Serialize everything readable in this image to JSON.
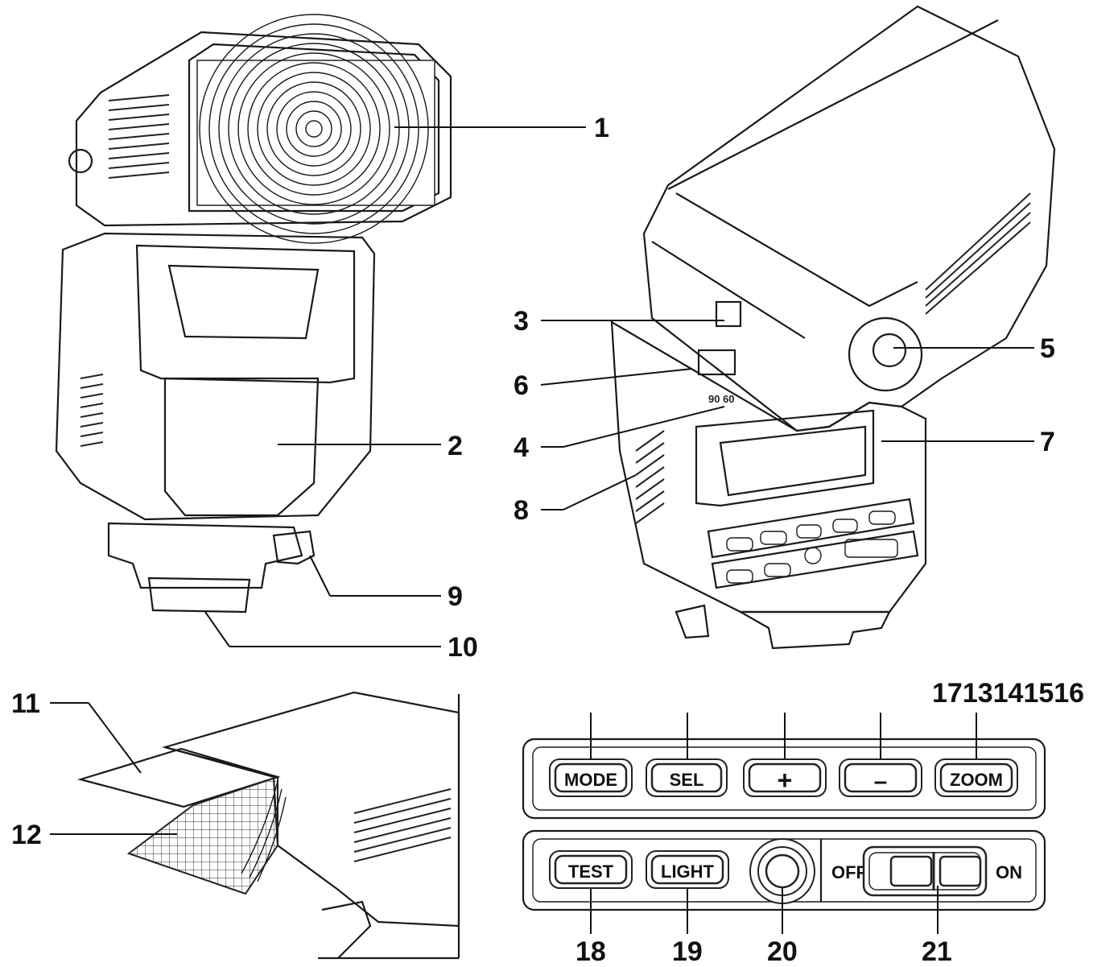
{
  "callouts": {
    "c1": "1",
    "c2": "2",
    "c3": "3",
    "c4": "4",
    "c5": "5",
    "c6": "6",
    "c7": "7",
    "c8": "8",
    "c9": "9",
    "c10": "10",
    "c11": "11",
    "c12": "12",
    "c17_16": "1713141516",
    "c18": "18",
    "c19": "19",
    "c20": "20",
    "c21": "21"
  },
  "buttons": {
    "mode": "MODE",
    "sel": "SEL",
    "plus": "+",
    "minus": "–",
    "zoom": "ZOOM",
    "test": "TEST",
    "light": "LIGHT"
  },
  "switch": {
    "off": "OFF",
    "on": "ON"
  }
}
